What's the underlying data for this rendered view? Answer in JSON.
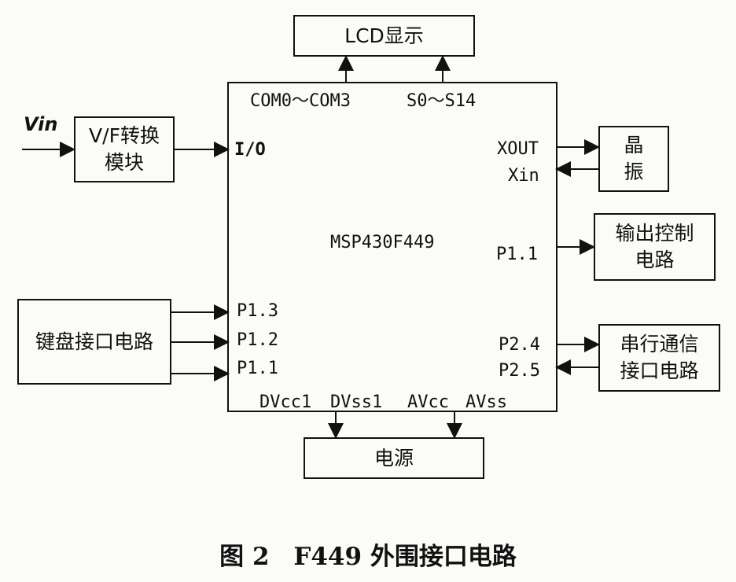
{
  "mcu": {
    "name": "MSP430F449"
  },
  "blocks": {
    "lcd": "LCD显示",
    "vf_line1": "V/F转换",
    "vf_line2": "模块",
    "crystal_line1": "晶",
    "crystal_line2": "振",
    "output_line1": "输出控制",
    "output_line2": "电路",
    "keyboard": "键盘接口电路",
    "serial_line1": "串行通信",
    "serial_line2": "接口电路",
    "power": "电源"
  },
  "input": {
    "vin": "Vin"
  },
  "pins": {
    "com": "COM0～COM3",
    "seg": "S0～S14",
    "io": "I/O",
    "xout": "XOUT",
    "xin": "Xin",
    "p11_right": "P1.1",
    "p13": "P1.3",
    "p12": "P1.2",
    "p11_left": "P1.1",
    "p24": "P2.4",
    "p25": "P2.5",
    "dvcc1": "DVcc1",
    "dvss1": "DVss1",
    "avcc": "AVcc",
    "avss": "AVss"
  },
  "caption": {
    "figure": "图 2",
    "title": "F449 外围接口电路"
  }
}
